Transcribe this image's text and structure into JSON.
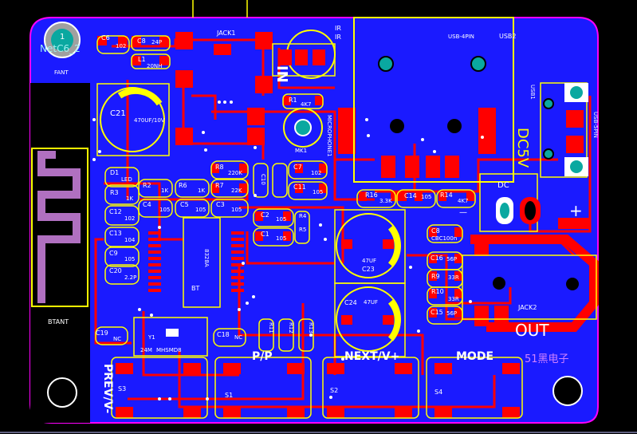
{
  "colors": {
    "background": "#000000",
    "board": "#1a1aff",
    "outline": "#ff00ff",
    "copper": "#ff0000",
    "silk": "#ffff00",
    "via": "#00a0a0",
    "antenna": "#b070c0",
    "net_label": "#a0f0f0",
    "chinese_label": "#d080ff"
  },
  "labels": {
    "netc6": "NetC6_2",
    "num_1": "1",
    "fant": "FANT",
    "btant": "BTANT",
    "jack1": "JACK1",
    "ir": "IR",
    "ir2": "IR",
    "usb_4pin": "USB-4PIN",
    "usb2": "USB2",
    "usb1": "USB1",
    "usb_5pin": "USB-5PIN",
    "dc5v": "DC5V",
    "dc": "DC",
    "plus": "+",
    "minus": "—",
    "in": "IN",
    "mk1": "MK1",
    "microphone": "MICROPHONE1",
    "c6": "C6",
    "c6v": "102",
    "c8": "C8",
    "c8v": "24P",
    "l1": "L1",
    "l1v": "20NH",
    "c21": "C21",
    "c21v": "470UF/10V",
    "r1": "R1",
    "r1v": "4K7",
    "d1": "D1",
    "d1v": "LED",
    "r3": "R3",
    "r3v": "1K",
    "r2": "R2",
    "r2v": "1K",
    "r6": "R6",
    "r6v": "1K",
    "r8": "R8",
    "r8v": "220K",
    "r7": "R7",
    "r7v": "22K",
    "c10": "C10",
    "c7": "C7",
    "c7v": "102",
    "c11": "C11",
    "c11v": "105",
    "c12": "C12",
    "c12v": "102",
    "c4": "C4",
    "c4v": "105",
    "c5": "C5",
    "c5v": "105",
    "c3": "C3",
    "c3v": "105",
    "c13": "C13",
    "c13v": "104",
    "c9": "C9",
    "c9v": "105",
    "c20": "C20",
    "c20v": "2.2P",
    "c2": "C2",
    "c2v": "105",
    "c1": "C1",
    "c1v": "105",
    "r4": "R4",
    "r5": "R5",
    "r16": "R16",
    "r16v": "3.3K",
    "c14": "C14",
    "c14v": "105",
    "r14": "R14",
    "r14v": "4K7",
    "c23": "C23",
    "c23v": "47UF",
    "c24": "C24",
    "c24v": "47UF",
    "c8b": "C8",
    "c8bv": "CBC100n",
    "c16": "C16",
    "c16v": "56P",
    "r9": "R9",
    "r9v": "33R",
    "r10": "R10",
    "r10v": "33R",
    "c15": "C15",
    "c15v": "56P",
    "bt": "BT",
    "ic_name": "8328A",
    "y1": "Y1",
    "y1v": "24M",
    "y1sub": "MHSMD8",
    "c19": "C19",
    "c19v": "NC",
    "c18": "C18",
    "c18v": "NC",
    "r11": "R11",
    "r12": "R12",
    "r13": "R13",
    "jack2": "JACK2",
    "out": "OUT",
    "watermark": "51黑电子",
    "pp": "P/P",
    "next": "NEXT/V+",
    "mode": "MODE",
    "prev": "PREV/V-",
    "s1": "S1",
    "s2": "S2",
    "s3": "S3",
    "s4": "S4"
  }
}
